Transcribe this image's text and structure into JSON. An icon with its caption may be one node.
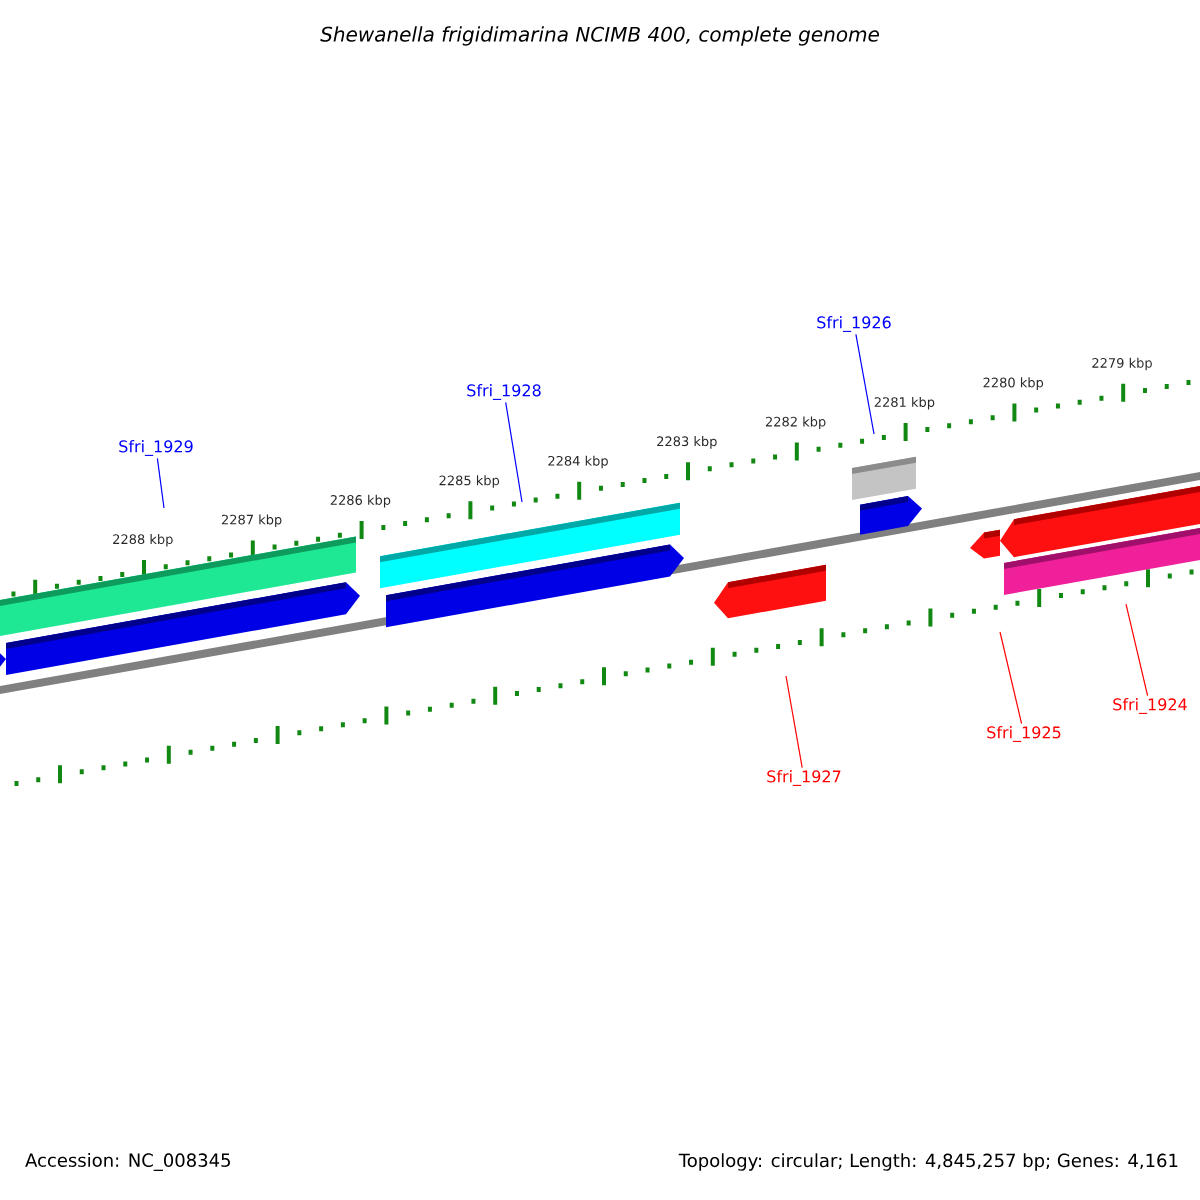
{
  "diagram": {
    "title": "Shewanella frigidimarina NCIMB 400, complete genome",
    "nodes": [
      {
        "text": [
          "Sfri_1929"
        ]
      },
      {
        "text": [
          "Sfri_1928"
        ]
      },
      {
        "text": [
          "Sfri_1926"
        ]
      },
      {
        "text": [
          "Sfri_1927"
        ]
      },
      {
        "text": [
          "Sfri_1925"
        ]
      },
      {
        "text": [
          "Sfri_1924"
        ]
      }
    ],
    "edges": [
      {
        "from": 0,
        "to": null,
        "arrow": "none",
        "color": "#0000ff"
      },
      {
        "from": 1,
        "to": null,
        "arrow": "none",
        "color": "#0000ff"
      },
      {
        "from": 2,
        "to": null,
        "arrow": "none",
        "color": "#0000ff"
      },
      {
        "from": 3,
        "to": null,
        "arrow": "none",
        "color": "#ff0000"
      },
      {
        "from": 4,
        "to": null,
        "arrow": "none",
        "color": "#ff0000"
      },
      {
        "from": 5,
        "to": null,
        "arrow": "none",
        "color": "#ff0000"
      }
    ],
    "labels": [
      "2279 kbp",
      "2280 kbp",
      "2281 kbp",
      "2282 kbp",
      "2283 kbp",
      "2284 kbp",
      "2285 kbp",
      "2286 kbp",
      "2287 kbp",
      "2288 kbp",
      "Accession: NC_008345",
      "Topology: circular; Length: 4,845,257 bp; Genes: 4,161"
    ]
  }
}
